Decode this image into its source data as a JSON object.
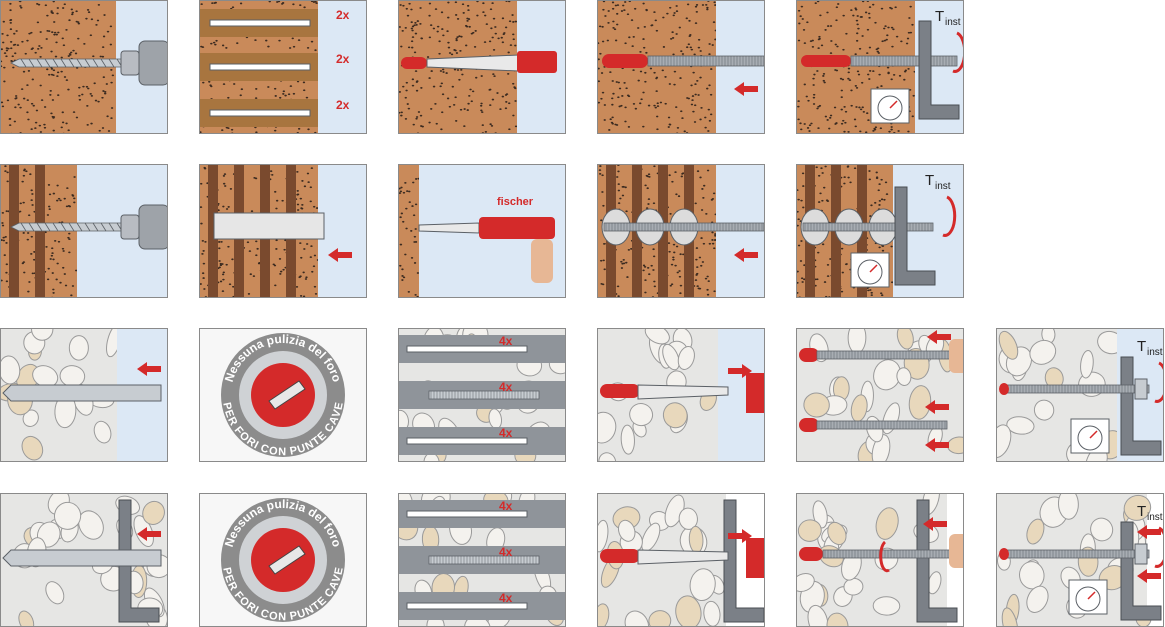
{
  "labels": {
    "torque": "T",
    "torque_sub": "inst",
    "repeat_2x": "2x",
    "repeat_4x": "4x",
    "brand": "fischer",
    "seal_top": "Nessuna pulizia del foro",
    "seal_bottom": "PER FORI CON PUNTE CAVE"
  },
  "colors": {
    "brick": "#c98a5a",
    "brick_dots": "#3a2a20",
    "hollow_brick": "#7a4a2e",
    "air": "#dce8f5",
    "concrete": "#e6e6e4",
    "stone": "#f4f2ee",
    "stone_edge": "#9a9a9a",
    "accent_red": "#d42a2a",
    "steel": "#a8adb3",
    "dark_steel": "#5b6066"
  },
  "rows": [
    {
      "row": "solid-brick",
      "steps": [
        "drill",
        "clean",
        "inject",
        "insert-rod",
        "torque"
      ]
    },
    {
      "row": "hollow-brick",
      "steps": [
        "drill",
        "insert-sleeve",
        "inject",
        "insert-rod",
        "torque"
      ]
    },
    {
      "row": "solid-concrete",
      "steps": [
        "drill",
        "no-cleaning-seal",
        "clean",
        "inject",
        "insert-rod",
        "torque"
      ]
    },
    {
      "row": "concrete-through",
      "steps": [
        "drill",
        "no-cleaning-seal",
        "clean",
        "inject",
        "insert-rod",
        "torque"
      ]
    }
  ]
}
